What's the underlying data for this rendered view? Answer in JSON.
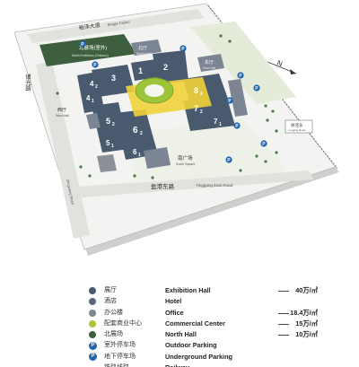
{
  "map": {
    "north_label": "N",
    "roads": {
      "top_zh": "裕泽大道",
      "top_en": "Bingjie Dadao",
      "left_zh": "诸光路",
      "left_en": "Zhuguang Road",
      "bottom_zh": "盈港东路",
      "bottom_en": "Yinggang East Road"
    },
    "areas": {
      "north_hall_zh": "北展场(室外)",
      "north_hall_en": "North Exhibition (Outdoor)",
      "north_zh": "北厅",
      "north_en": "North Hall",
      "east_zh": "东厅",
      "east_en": "East Hall",
      "west_zh": "西厅",
      "west_en": "West Hall",
      "south_zh": "南广场",
      "south_en": "South Square",
      "station_zh": "徐泾东",
      "station_en": "Longjing Road"
    },
    "halls": [
      {
        "num": "1",
        "sub": ""
      },
      {
        "num": "2",
        "sub": ""
      },
      {
        "num": "3",
        "sub": ""
      },
      {
        "num": "4",
        "sub": "2"
      },
      {
        "num": "4",
        "sub": "1"
      },
      {
        "num": "5",
        "sub": "2"
      },
      {
        "num": "5",
        "sub": "1"
      },
      {
        "num": "6",
        "sub": "2"
      },
      {
        "num": "6",
        "sub": "1"
      },
      {
        "num": "7",
        "sub": "2"
      },
      {
        "num": "7",
        "sub": "1"
      },
      {
        "num": "8",
        "sub": "2"
      }
    ],
    "parking_label": "P"
  },
  "legend": {
    "items": [
      {
        "zh": "展厅",
        "en": "Exhibition Hall",
        "value": "40万/㎡",
        "color": "#4a5a6e",
        "kind": "dot"
      },
      {
        "zh": "酒店",
        "en": "Hotel",
        "value": "",
        "color": "#5c6778",
        "kind": "dot"
      },
      {
        "zh": "办公楼",
        "en": "Office",
        "value": "18.4万/㎡",
        "color": "#7c8593",
        "kind": "dot"
      },
      {
        "zh": "配套商业中心",
        "en": "Commercial Center",
        "value": "15万/㎡",
        "color": "#a8c43a",
        "kind": "dot"
      },
      {
        "zh": "北展场",
        "en": "North Hall",
        "value": "10万/㎡",
        "color": "#3e5f3e",
        "kind": "dot"
      },
      {
        "zh": "室外停车场",
        "en": "Outdoor Parking",
        "value": "",
        "color": "#1f63ad",
        "kind": "p"
      },
      {
        "zh": "地下停车场",
        "en": "Underground Parking",
        "value": "",
        "color": "#1f63ad",
        "kind": "p"
      },
      {
        "zh": "铁路线路",
        "en": "Railway",
        "value": "",
        "color": "#555555",
        "kind": "line"
      }
    ]
  },
  "colors": {
    "hall": "#4a5a6e",
    "hall_top": "#627385",
    "office": "#7c8593",
    "north_hall": "#3e5f3e",
    "center_green": "#9cc53a",
    "center_yellow": "#f1d23a",
    "parking": "#1f63ad",
    "ground": "#f1f1ef",
    "road": "#dcdcda"
  }
}
